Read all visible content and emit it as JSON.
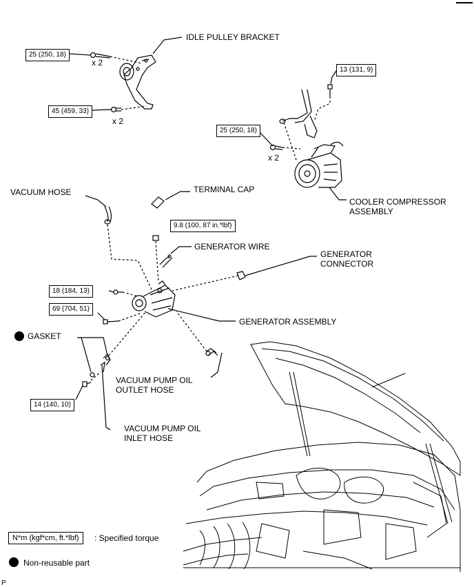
{
  "labels": {
    "idle_pulley_bracket": "IDLE PULLEY BRACKET",
    "vacuum_hose": "VACUUM HOSE",
    "terminal_cap": "TERMINAL CAP",
    "generator_wire": "GENERATOR WIRE",
    "generator_connector": "GENERATOR\nCONNECTOR",
    "generator_assembly": "GENERATOR ASSEMBLY",
    "cooler_compressor": "COOLER COMPRESSOR\nASSEMBLY",
    "gasket": "GASKET",
    "vacuum_pump_oil_outlet_hose": "VACUUM PUMP OIL\nOUTLET HOSE",
    "vacuum_pump_oil_inlet_hose": "VACUUM PUMP OIL\nINLET HOSE"
  },
  "torques": {
    "t1": "25 (250, 18)",
    "t2": "45 (459, 33)",
    "t3": "13 (131, 9)",
    "t4": "25 (250, 18)",
    "t5": "9.8 (100, 87 in.*lbf)",
    "t6": "18 (184, 13)",
    "t7": "69 (704, 51)",
    "t8": "14 (140, 10)"
  },
  "quantities": {
    "q1": "x 2",
    "q2": "x 2",
    "q3": "x 2"
  },
  "legend": {
    "unit_box": "N*m (kgf*cm, ft.*lbf)",
    "unit_text": ": Specified torque",
    "non_reusable": "Non-reusable part"
  },
  "footer": {
    "code": "P"
  },
  "icons": [
    "non-reusable-dot-icon"
  ],
  "colors": {
    "line": "#000000",
    "background": "#ffffff"
  }
}
